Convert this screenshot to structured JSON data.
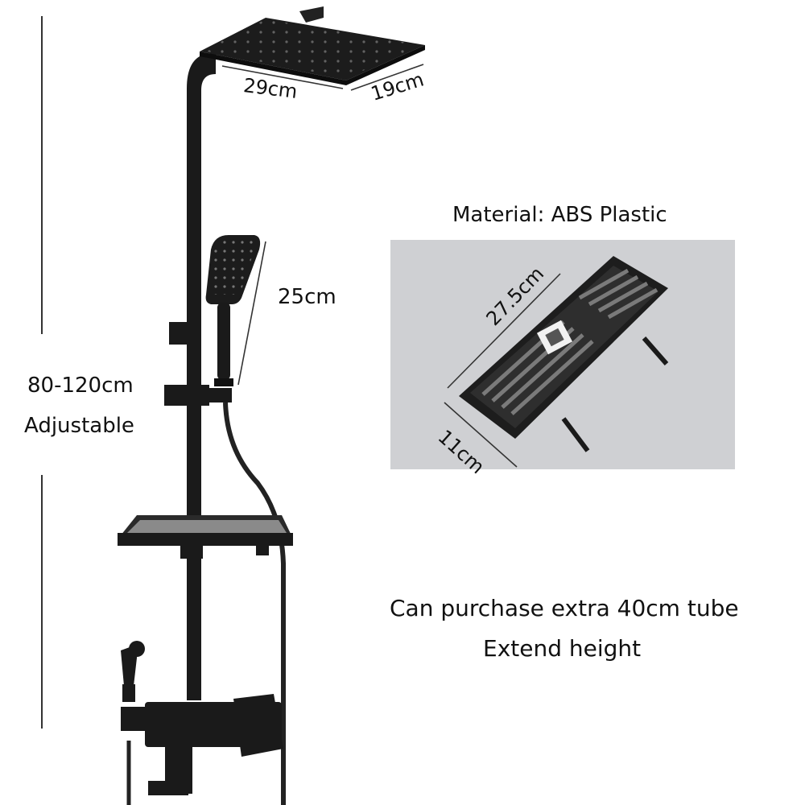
{
  "shower_head": {
    "width_label": "29cm",
    "depth_label": "19cm"
  },
  "hand_shower": {
    "length_label": "25cm"
  },
  "height": {
    "range_label": "80-120cm",
    "note_label": "Adjustable"
  },
  "shelf": {
    "material_label": "Material: ABS Plastic",
    "length_label": "27.5cm",
    "width_label": "11cm"
  },
  "extension": {
    "line1": "Can purchase extra 40cm tube",
    "line2": "Extend height"
  },
  "colors": {
    "fixture": "#1a1a1a",
    "photo_bg": "#cfd0d3",
    "text": "#111111"
  },
  "icons": [
    "rain-shower-head-icon",
    "hand-shower-icon",
    "shelf-icon",
    "mixer-valve-icon",
    "bidet-sprayer-icon"
  ]
}
